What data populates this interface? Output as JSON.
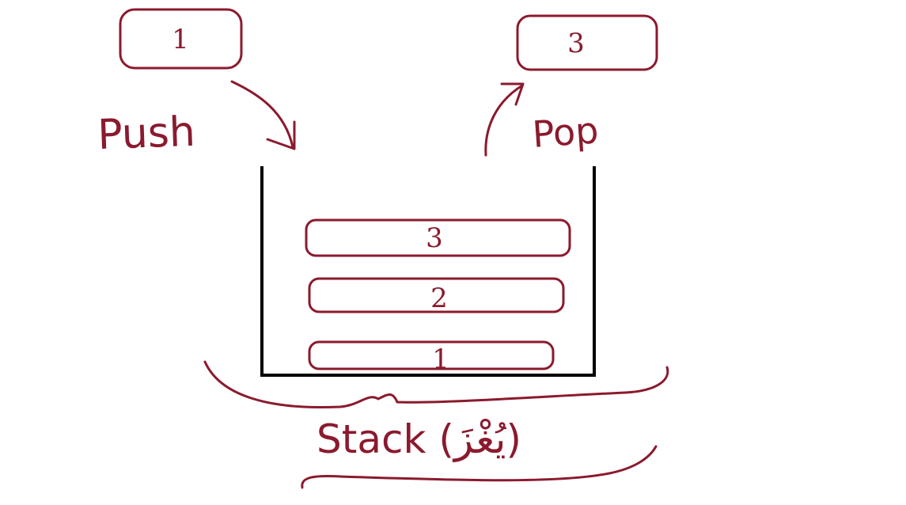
{
  "colors": {
    "ink": "#8b1a2e",
    "container": "#000000",
    "background": "#ffffff"
  },
  "push": {
    "label": "Push",
    "item": "1"
  },
  "pop": {
    "label": "Pop",
    "item": "3"
  },
  "stack": {
    "caption": "Stack (يُغْزَ)",
    "items": [
      "3",
      "2",
      "1"
    ]
  }
}
